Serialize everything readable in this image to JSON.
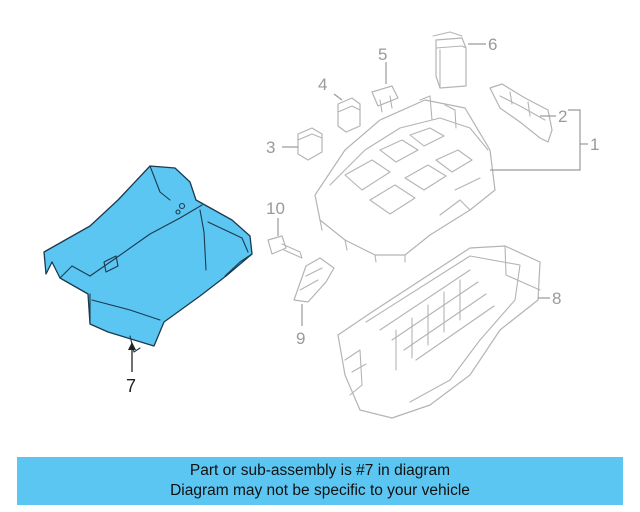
{
  "diagram": {
    "callouts": {
      "c1": "1",
      "c2": "2",
      "c3": "3",
      "c4": "4",
      "c5": "5",
      "c6": "6",
      "c7": "7",
      "c8": "8",
      "c9": "9",
      "c10": "10"
    },
    "highlighted_part": "7",
    "colors": {
      "highlight": "#5bc6f2",
      "ghost_outline": "#b4b4b4",
      "banner": "#5bc6f2"
    }
  },
  "banner": {
    "line1": "Part or sub-assembly is #7 in diagram",
    "line2": "Diagram may not be specific to your vehicle"
  }
}
